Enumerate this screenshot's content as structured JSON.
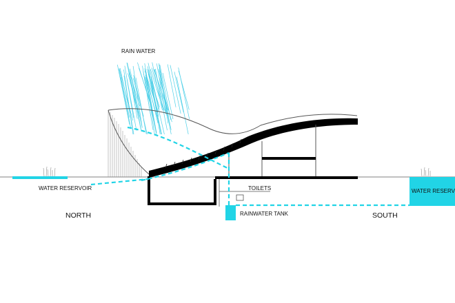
{
  "labels": {
    "rain_water": "RAIN WATER",
    "water_reservoir_north": "WATER RESERVOIR",
    "water_reservoir_south": "WATER RESERVOIR",
    "toilets": "TOILETS",
    "rainwater_tank": "RAINWATER TANK",
    "north": "NORTH",
    "south": "SOUTH"
  },
  "colors": {
    "water": "#21d4e6",
    "rain": "#4fd0e8",
    "structure": "#000000",
    "line": "#555555",
    "text": "#111111"
  }
}
